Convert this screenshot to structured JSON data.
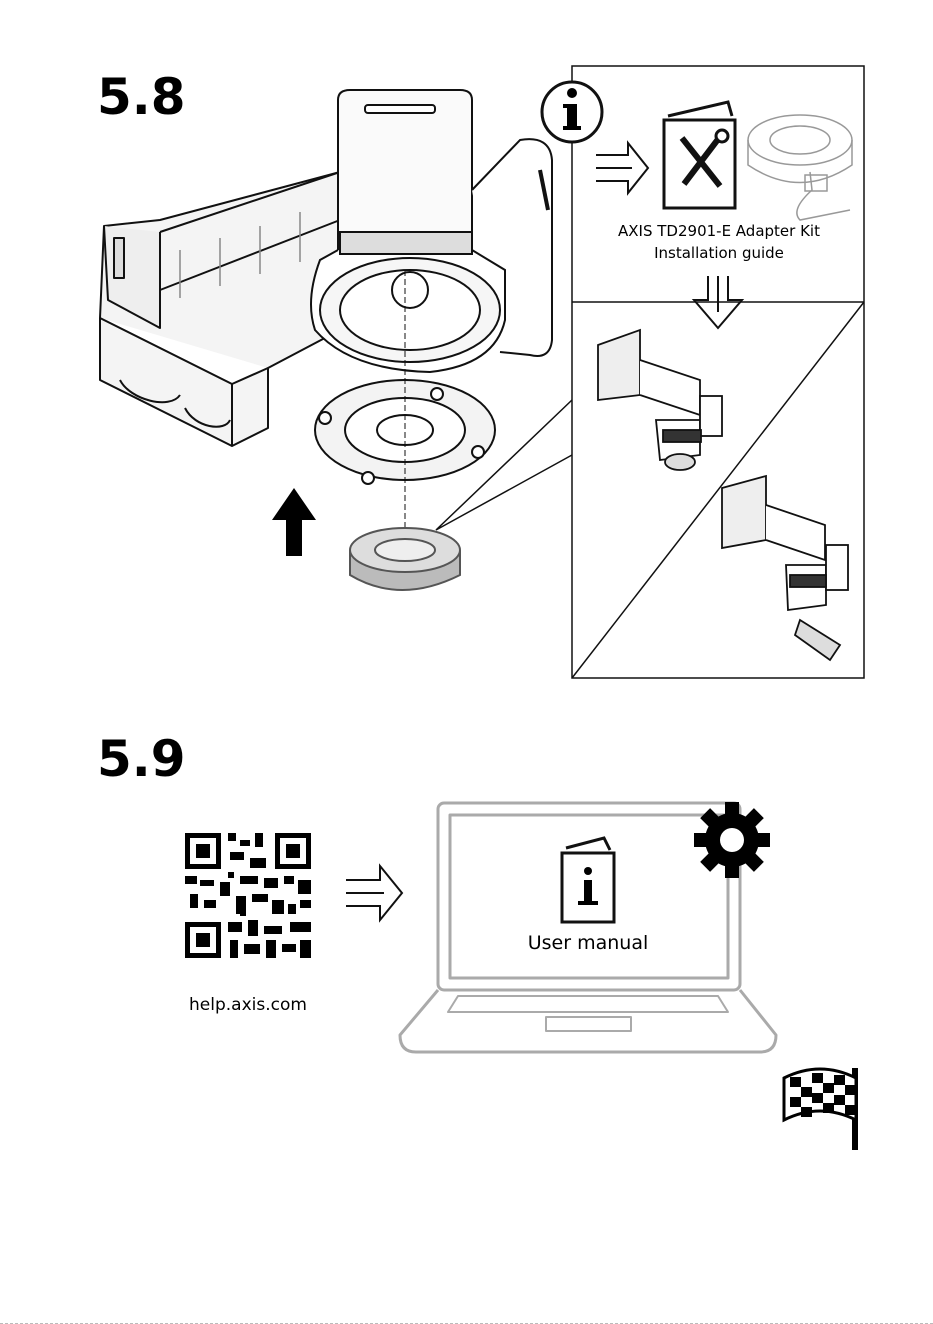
{
  "steps": [
    {
      "number": "5.8",
      "info_panel": {
        "guide_title": "AXIS TD2901-E Adapter Kit",
        "guide_subtitle": "Installation guide",
        "icon": "info-icon"
      }
    },
    {
      "number": "5.9",
      "qr_link": "help.axis.com",
      "screen_label": "User manual",
      "icons": [
        "qr-code-icon",
        "arrow-right-icon",
        "laptop-icon",
        "gear-icon",
        "finish-flag-icon"
      ]
    }
  ]
}
